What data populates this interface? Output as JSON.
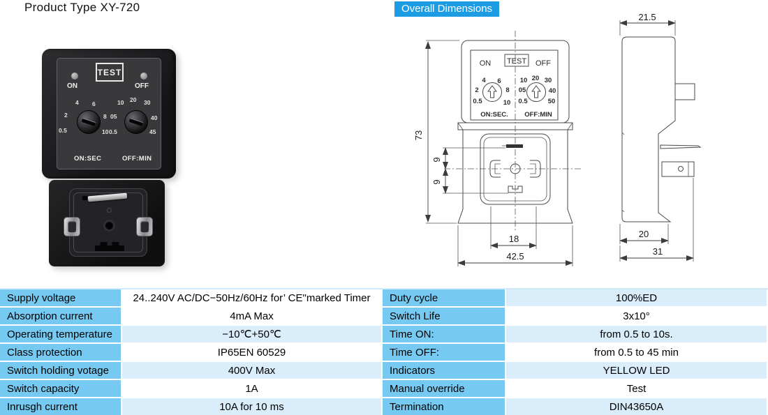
{
  "title": "Product Type XY-720",
  "badge": "Overall Dimensions",
  "photo": {
    "test": "TEST",
    "on": "ON",
    "off": "OFF",
    "dial_left": {
      "label": "ON:SEC",
      "values": [
        "4",
        "6",
        "2",
        "8",
        "0.5",
        "10"
      ]
    },
    "dial_right": {
      "label": "OFF:MIN",
      "values": [
        "10",
        "20",
        "30",
        "05",
        "40",
        "0.5",
        "45"
      ]
    }
  },
  "drawing": {
    "front": {
      "on": "ON",
      "test": "TEST",
      "off": "OFF",
      "dial_left": {
        "label": "ON:SEC.",
        "values": [
          "4",
          "6",
          "2",
          "8",
          "0.5",
          "10"
        ]
      },
      "dial_right": {
        "label": "OFF:MIN",
        "values": [
          "10",
          "20",
          "30",
          "05",
          "40",
          "0.5",
          "50"
        ]
      },
      "dim_height": "73",
      "dim_pin_upper": "9",
      "dim_pin_lower": "9",
      "dim_inner": "18",
      "dim_width": "42.5"
    },
    "side": {
      "dim_top": "21.5",
      "dim_body": "20",
      "dim_total": "31"
    }
  },
  "table": {
    "left": [
      {
        "label": "Supply voltage",
        "value": "24..240V AC/DC−50Hz/60Hz for’ CE\"marked Timer"
      },
      {
        "label": "Absorption current",
        "value": "4mA Max"
      },
      {
        "label": "Operating temperature",
        "value": "−10℃+50℃"
      },
      {
        "label": "Class protection",
        "value": "IP65EN 60529"
      },
      {
        "label": "Switch holding votage",
        "value": "400V Max"
      },
      {
        "label": "Switch capacity",
        "value": "1A"
      },
      {
        "label": "Inrusgh current",
        "value": "10A for 10 ms"
      }
    ],
    "right": [
      {
        "label": "Duty cycle",
        "value": "100%ED"
      },
      {
        "label": "Switch Life",
        "value": "3x10°"
      },
      {
        "label": "Time ON:",
        "value": "from 0.5 to 10s."
      },
      {
        "label": "Time OFF:",
        "value": "from 0.5 to 45 min"
      },
      {
        "label": "Indicators",
        "value": "YELLOW LED"
      },
      {
        "label": "Manual override",
        "value": "Test"
      },
      {
        "label": "Termination",
        "value": "DIN43650A"
      }
    ]
  },
  "colors": {
    "badge_bg": "#1B9CE3",
    "table_label_bg": "#76CAF1",
    "table_alt_row": "#D9EDFB",
    "drawing_line": "#4a4a4a"
  }
}
